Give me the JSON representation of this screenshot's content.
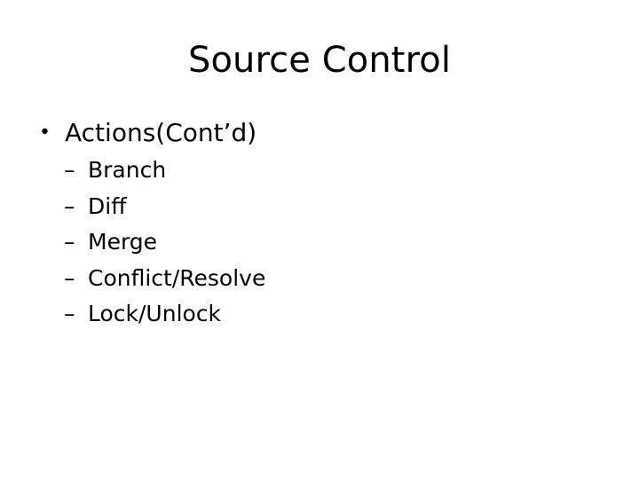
{
  "slide": {
    "background_color": "#ffffff",
    "text_color": "#000000",
    "title": "Source Control",
    "body": {
      "level1": {
        "marker": "•",
        "text": "Actions(Cont’d)"
      },
      "level2_marker": "–",
      "level2_items": [
        {
          "text": "Branch"
        },
        {
          "text": "Diff"
        },
        {
          "text": "Merge"
        },
        {
          "text": "Conflict/Resolve"
        },
        {
          "text": "Lock/Unlock"
        }
      ]
    }
  }
}
